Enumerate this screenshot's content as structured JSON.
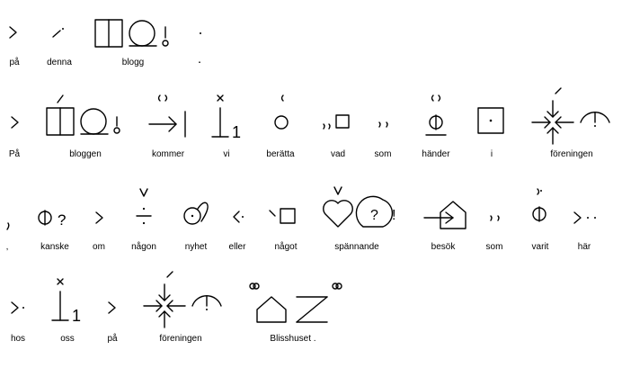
{
  "rows": [
    {
      "words": [
        {
          "id": "pa-1",
          "label": "på",
          "icon": "bliss-pa-icon"
        },
        {
          "id": "denna",
          "label": "denna",
          "icon": "bliss-denna-icon"
        },
        {
          "id": "blogg",
          "label": "blogg",
          "icon": "bliss-blogg-icon"
        },
        {
          "id": "period-1",
          "label": ".",
          "icon": "bliss-period-icon"
        }
      ]
    },
    {
      "words": [
        {
          "id": "pa-2",
          "label": "På",
          "icon": "bliss-pa-icon"
        },
        {
          "id": "bloggen",
          "label": "bloggen",
          "icon": "bliss-bloggen-icon"
        },
        {
          "id": "kommer",
          "label": "kommer",
          "icon": "bliss-kommer-icon"
        },
        {
          "id": "vi-1",
          "label": "vi",
          "icon": "bliss-vi-icon"
        },
        {
          "id": "beratta",
          "label": "berätta",
          "icon": "bliss-beratta-icon"
        },
        {
          "id": "vad",
          "label": "vad",
          "icon": "bliss-vad-icon"
        },
        {
          "id": "som-1",
          "label": "som",
          "icon": "bliss-som-icon"
        },
        {
          "id": "hander",
          "label": "händer",
          "icon": "bliss-hander-icon"
        },
        {
          "id": "i",
          "label": "i",
          "icon": "bliss-i-icon"
        },
        {
          "id": "foreningen-1",
          "label": "föreningen",
          "icon": "bliss-foreningen-icon"
        }
      ]
    },
    {
      "words": [
        {
          "id": "comma",
          "label": ",",
          "icon": "bliss-comma-icon"
        },
        {
          "id": "kanske",
          "label": "kanske",
          "icon": "bliss-kanske-icon"
        },
        {
          "id": "om",
          "label": "om",
          "icon": "bliss-om-icon"
        },
        {
          "id": "nagon",
          "label": "någon",
          "icon": "bliss-nagon-icon"
        },
        {
          "id": "nyhet",
          "label": "nyhet",
          "icon": "bliss-nyhet-icon"
        },
        {
          "id": "eller",
          "label": "eller",
          "icon": "bliss-eller-icon"
        },
        {
          "id": "nagot",
          "label": "något",
          "icon": "bliss-nagot-icon"
        },
        {
          "id": "spannande",
          "label": "spännande",
          "icon": "bliss-spannande-icon"
        },
        {
          "id": "besok",
          "label": "besök",
          "icon": "bliss-besok-icon"
        },
        {
          "id": "som-2",
          "label": "som",
          "icon": "bliss-som-icon"
        },
        {
          "id": "varit",
          "label": "varit",
          "icon": "bliss-varit-icon"
        },
        {
          "id": "har",
          "label": "här",
          "icon": "bliss-har-icon"
        }
      ]
    },
    {
      "words": [
        {
          "id": "hos",
          "label": "hos",
          "icon": "bliss-hos-icon"
        },
        {
          "id": "oss",
          "label": "oss",
          "icon": "bliss-oss-icon"
        },
        {
          "id": "pa-3",
          "label": "på",
          "icon": "bliss-pa-icon"
        },
        {
          "id": "foreningen-2",
          "label": "föreningen",
          "icon": "bliss-foreningen-icon"
        },
        {
          "id": "blisshuset",
          "label": "Blisshuset .",
          "icon": "bliss-blisshuset-icon"
        }
      ]
    }
  ],
  "symbol_texts": {
    "vi_one": "1",
    "oss_one": "1",
    "qmark": "?",
    "excl": "!"
  }
}
